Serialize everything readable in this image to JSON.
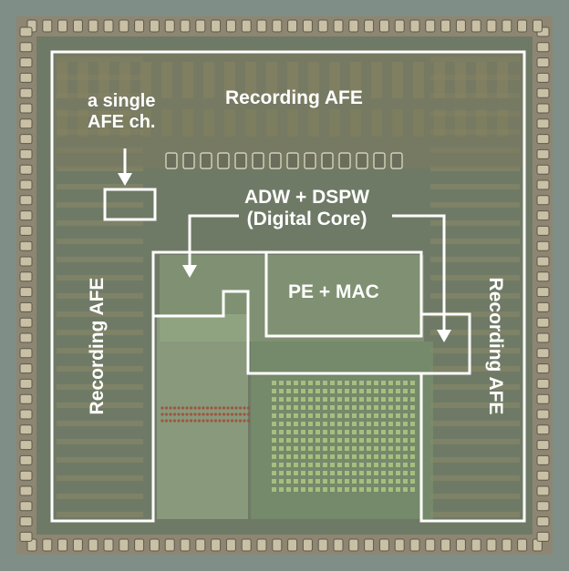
{
  "labels": {
    "recording_afe_top": "Recording AFE",
    "single_line1": "a single",
    "single_line2": "AFE ch.",
    "adw_line1": "ADW + DSPW",
    "adw_line2": "(Digital Core)",
    "pe_mac": "PE + MAC",
    "recording_afe_left": "Recording AFE",
    "recording_afe_right": "Recording AFE"
  },
  "colors": {
    "die_background": "#6e7a6a",
    "pad_ring": "#9b8f74",
    "annotation": "#ffffff",
    "afe_blocks": "#8a8a6a",
    "digital_core": "#7e9a70",
    "sram_grid": "#a8c078"
  }
}
